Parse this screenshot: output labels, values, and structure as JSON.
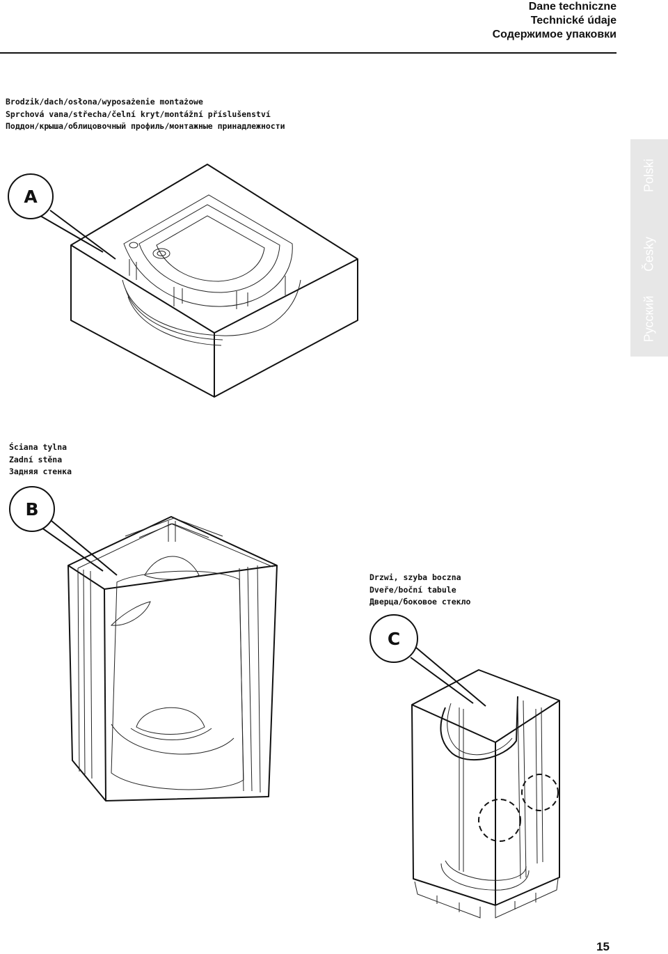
{
  "header": {
    "line1": "Dane techniczne",
    "line2": "Technické údaje",
    "line3": "Содержимое упаковки"
  },
  "section_a": {
    "caption": [
      "Brodzik/dach/osłona/wyposażenie montażowe",
      "Sprchová vana/střecha/čelní kryt/montážní příslušenství",
      "Поддон/крыша/облицовочный профиль/монтажные принадлежности"
    ],
    "label": "A"
  },
  "section_b": {
    "caption": [
      "Ściana tylna",
      "Zadní stěna",
      "Задняя стенка"
    ],
    "label": "B"
  },
  "section_c": {
    "caption": [
      "Drzwi, szyba boczna",
      "Dveře/boční tabule",
      "Дверца/боковое стекло"
    ],
    "label": "C"
  },
  "sidebar": {
    "languages": [
      "Polski",
      "Česky",
      "Русский"
    ]
  },
  "page_number": "15"
}
